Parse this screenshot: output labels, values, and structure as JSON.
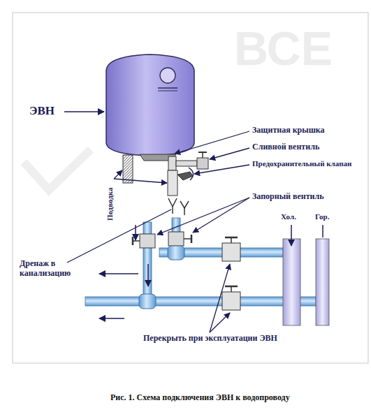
{
  "diagram": {
    "caption": "Рис. 1. Схема подключения ЭВН к водопроводу",
    "labels": [
      "ЭВН",
      "Защитная крышка",
      "Сливной вентиль",
      "Предохранительный клапан",
      "Подводка",
      "Запорный вентиль",
      "Дренаж в канализацию",
      "Хол.",
      "Гор.",
      "Перекрыть при эксплуатации ЭВН",
      "ВСЕ"
    ]
  }
}
